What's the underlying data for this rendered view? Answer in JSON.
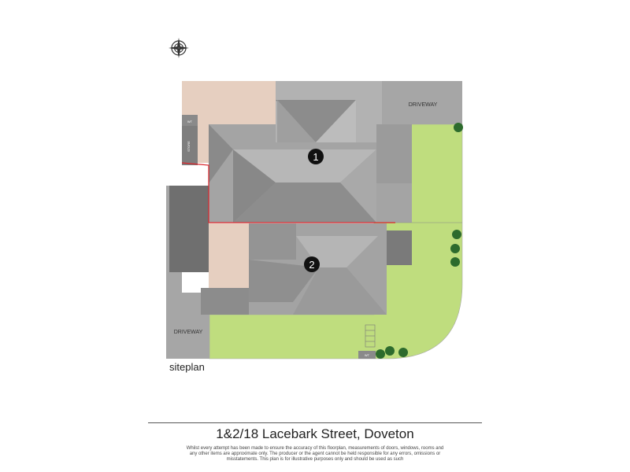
{
  "labels": {
    "driveway_top": "DRIVEWAY",
    "driveway_bottom": "DRIVEWAY",
    "wc_top": "WT",
    "wc_bottom": "WT",
    "store": "STORE",
    "unit1": "1",
    "unit2": "2",
    "siteplan": "siteplan"
  },
  "footer": {
    "address": "1&2/18 Lacebark Street, Doveton",
    "disclaimer": "Whilst every attempt has been made to ensure the accuracy of this floorplan, measurements of doors, windows, rooms and any other items are approximate only. The producer or the agent cannot be held responsible for any errors, omissions or misstatements. This plan is for illustrative purposes only and should be used as such"
  },
  "icons": {
    "compass": "compass-icon"
  },
  "colors": {
    "lawn": "#bfdd7e",
    "paving": "#e6cfc0",
    "driveway": "#a6a6a6",
    "roof_light": "#b5b5b5",
    "roof_mid": "#9c9c9c",
    "roof_dark": "#7c7c7c",
    "boundary": "#d9242b"
  }
}
